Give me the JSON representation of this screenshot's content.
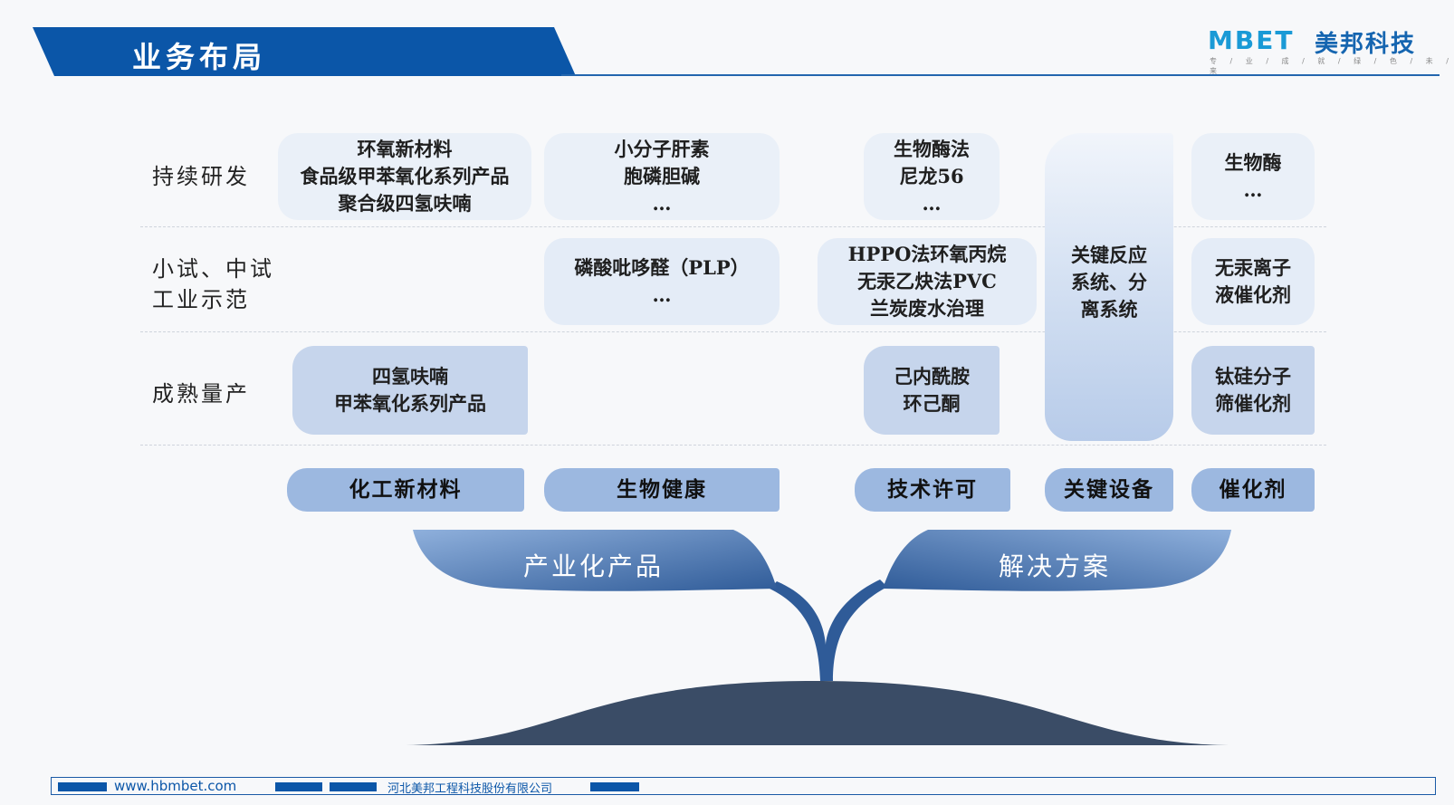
{
  "header": {
    "title": "业务布局",
    "logo_en": "MBET",
    "logo_cn": "美邦科技",
    "slogan": "专 / 业 / 成 / 就 / 绿 / 色 / 未 / 来"
  },
  "rows": {
    "research": "持续研发",
    "pilot": "小试、中试\n工业示范",
    "mass": "成熟量产"
  },
  "boxes": {
    "chem_research": "环氧新材料\n食品级甲苯氧化系列产品\n聚合级四氢呋喃",
    "bio_research": "小分子肝素\n胞磷胆碱\n…",
    "lic_research": "生物酶法\n尼龙56\n…",
    "cat_research": "生物酶\n…",
    "bio_pilot": "磷酸吡哆醛（PLP）\n…",
    "lic_pilot": "HPPO法环氧丙烷\n无汞乙炔法PVC\n兰炭废水治理",
    "cat_pilot": "无汞离子\n液催化剂",
    "equip_tall": "关键反应\n系统、分\n离系统",
    "chem_mass": "四氢呋喃\n甲苯氧化系列产品",
    "lic_mass": "己内酰胺\n环己酮",
    "cat_mass": "钛硅分子\n筛催化剂"
  },
  "categories": [
    "化工新材料",
    "生物健康",
    "技术许可",
    "关键设备",
    "催化剂"
  ],
  "leaves": {
    "left": "产业化产品",
    "right": "解决方案"
  },
  "footer": {
    "url": "www.hbmbet.com",
    "company": "河北美邦工程科技股份有限公司"
  },
  "colors": {
    "brand_blue": "#0b56a8",
    "tree_dark": "#3a4c66"
  }
}
